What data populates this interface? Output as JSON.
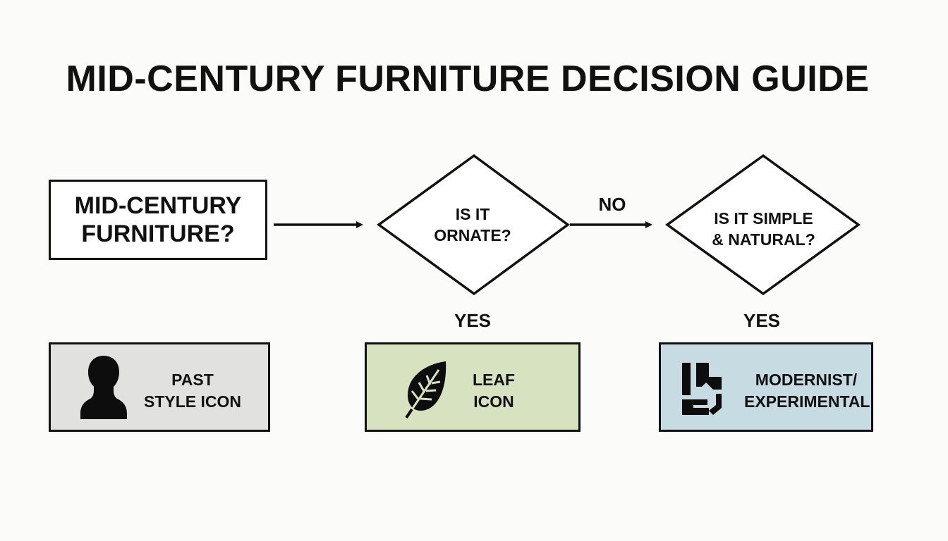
{
  "title": "MID-CENTURY FURNITURE DECISION GUIDE",
  "start": {
    "line1": "MID-CENTURY",
    "line2": "FURNITURE?"
  },
  "decision_ornate": {
    "line1": "IS IT",
    "line2": "ORNATE?"
  },
  "decision_simple": {
    "line1": "IS IT SIMPLE",
    "line2": "& NATURAL?"
  },
  "edge_labels": {
    "no": "NO",
    "yes_ornate": "YES",
    "yes_simple": "YES"
  },
  "results": {
    "past": {
      "line1": "PAST",
      "line2": "STYLE ICON",
      "icon": "bust-silhouette-icon",
      "color": "#e1e1df"
    },
    "leaf": {
      "line1": "LEAF",
      "line2": "ICON",
      "icon": "leaf-icon",
      "color": "#d7e2c1"
    },
    "modern": {
      "line1": "MODERNIST/",
      "line2": "EXPERIMENTAL",
      "icon": "abstract-geometric-icon",
      "color": "#c6dbe2"
    }
  }
}
